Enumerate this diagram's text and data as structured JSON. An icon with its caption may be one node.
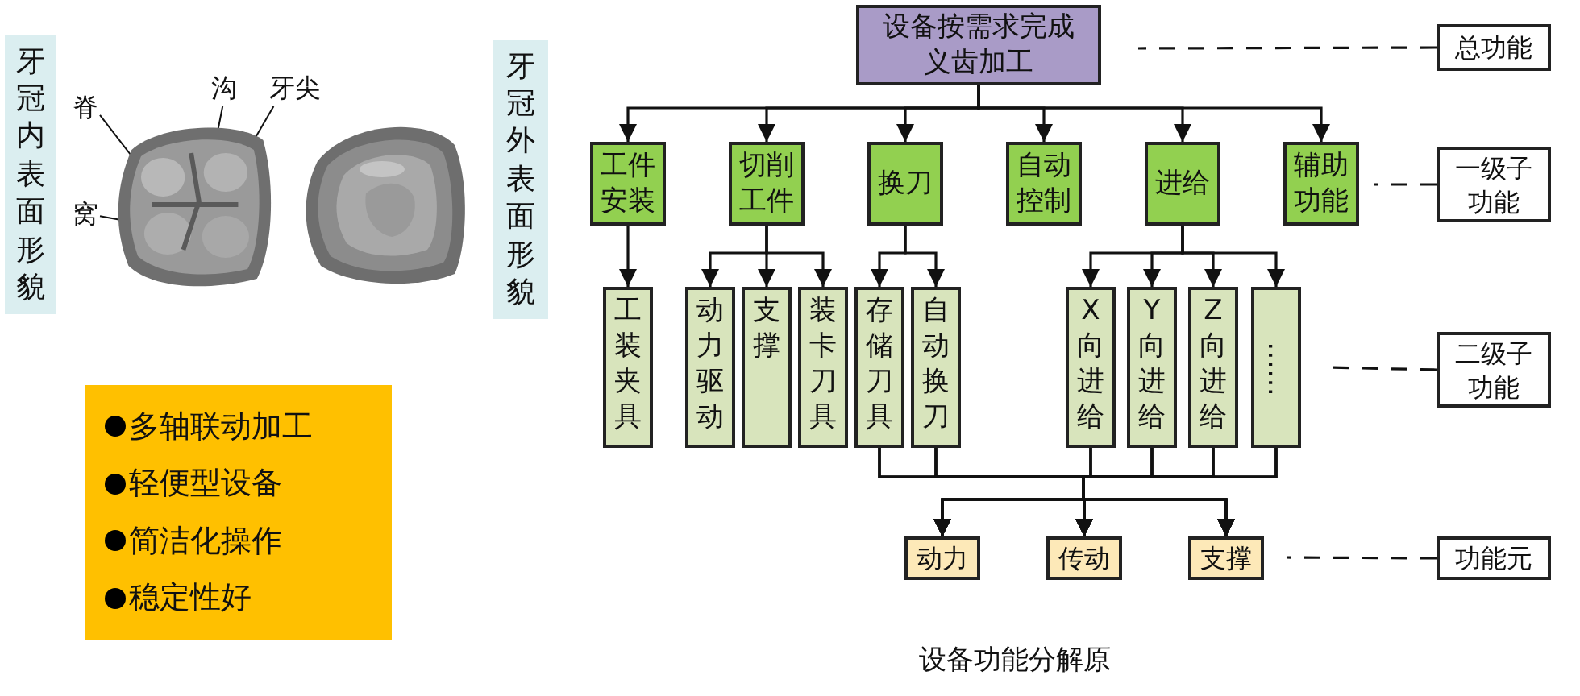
{
  "diagram": {
    "caption": "设备功能分解原",
    "nodes": [
      {
        "text": [
          "牙冠内表面形貌"
        ]
      },
      {
        "text": [],
        "shape": "picture"
      },
      {
        "text": [
          "沟"
        ]
      },
      {
        "text": [
          "牙尖"
        ]
      },
      {
        "text": [
          "脊"
        ]
      },
      {
        "text": [
          "窝"
        ]
      },
      {
        "text": [
          "牙冠外表面形貌"
        ]
      },
      {
        "text": [
          "多轴联动加工",
          "轻便型设备",
          "简洁化操作",
          "稳定性好"
        ]
      },
      {
        "text": [
          "设备按需求完成义齿加工"
        ]
      },
      {
        "text": [
          "工件安装"
        ]
      },
      {
        "text": [
          "切削工件"
        ]
      },
      {
        "text": [
          "换刀"
        ]
      },
      {
        "text": [
          "自动控制"
        ]
      },
      {
        "text": [
          "进给"
        ]
      },
      {
        "text": [
          "辅助功能"
        ]
      },
      {
        "text": [
          "工装夹具"
        ]
      },
      {
        "text": [
          "动力驱动"
        ]
      },
      {
        "text": [
          "支撑"
        ]
      },
      {
        "text": [
          "装卡刀具"
        ]
      },
      {
        "text": [
          "存储刀具"
        ]
      },
      {
        "text": [
          "自动换刀"
        ]
      },
      {
        "text": [
          "X向进给"
        ]
      },
      {
        "text": [
          "Y向进给"
        ]
      },
      {
        "text": [
          "Z向进给"
        ]
      },
      {
        "text": [
          "……"
        ]
      },
      {
        "text": [
          "动力"
        ]
      },
      {
        "text": [
          "传动"
        ]
      },
      {
        "text": [
          "支撑"
        ]
      },
      {
        "text": [
          "总功能"
        ]
      },
      {
        "text": [
          "一级子功能"
        ]
      },
      {
        "text": [
          "二级子功能"
        ]
      },
      {
        "text": [
          "功能元"
        ]
      }
    ],
    "edges": [
      {
        "from": 2,
        "to": 1,
        "arrow": "none"
      },
      {
        "from": 3,
        "to": 1,
        "arrow": "none"
      },
      {
        "from": 4,
        "to": 1,
        "arrow": "none"
      },
      {
        "from": 5,
        "to": 1,
        "arrow": "none"
      },
      {
        "from": 8,
        "to": 9,
        "arrow": "to"
      },
      {
        "from": 8,
        "to": 10,
        "arrow": "to"
      },
      {
        "from": 8,
        "to": 11,
        "arrow": "to"
      },
      {
        "from": 8,
        "to": 12,
        "arrow": "to"
      },
      {
        "from": 8,
        "to": 13,
        "arrow": "to"
      },
      {
        "from": 8,
        "to": 14,
        "arrow": "to"
      },
      {
        "from": 9,
        "to": 15,
        "arrow": "to"
      },
      {
        "from": 10,
        "to": 16,
        "arrow": "to"
      },
      {
        "from": 10,
        "to": 17,
        "arrow": "to"
      },
      {
        "from": 10,
        "to": 18,
        "arrow": "to"
      },
      {
        "from": 11,
        "to": 19,
        "arrow": "to"
      },
      {
        "from": 11,
        "to": 20,
        "arrow": "to"
      },
      {
        "from": 13,
        "to": 21,
        "arrow": "to"
      },
      {
        "from": 13,
        "to": 22,
        "arrow": "to"
      },
      {
        "from": 13,
        "to": 23,
        "arrow": "to"
      },
      {
        "from": 13,
        "to": 24,
        "arrow": "to"
      },
      {
        "from": 19,
        "to": 25,
        "arrow": "to"
      },
      {
        "from": 19,
        "to": 26,
        "arrow": "to"
      },
      {
        "from": 19,
        "to": 27,
        "arrow": "to"
      },
      {
        "from": 20,
        "to": 25,
        "arrow": "to"
      },
      {
        "from": 20,
        "to": 26,
        "arrow": "to"
      },
      {
        "from": 20,
        "to": 27,
        "arrow": "to"
      },
      {
        "from": 21,
        "to": 25,
        "arrow": "to"
      },
      {
        "from": 21,
        "to": 26,
        "arrow": "to"
      },
      {
        "from": 21,
        "to": 27,
        "arrow": "to"
      },
      {
        "from": 22,
        "to": 25,
        "arrow": "to"
      },
      {
        "from": 22,
        "to": 26,
        "arrow": "to"
      },
      {
        "from": 22,
        "to": 27,
        "arrow": "to"
      },
      {
        "from": 23,
        "to": 25,
        "arrow": "to"
      },
      {
        "from": 23,
        "to": 26,
        "arrow": "to"
      },
      {
        "from": 23,
        "to": 27,
        "arrow": "to"
      },
      {
        "from": 24,
        "to": 25,
        "arrow": "to"
      },
      {
        "from": 24,
        "to": 26,
        "arrow": "to"
      },
      {
        "from": 24,
        "to": 27,
        "arrow": "to"
      },
      {
        "from": 28,
        "to": null,
        "arrow": "none",
        "style": "dashed"
      },
      {
        "from": 29,
        "to": 14,
        "arrow": "none",
        "style": "dashed"
      },
      {
        "from": 30,
        "to": null,
        "arrow": "none",
        "style": "dashed"
      },
      {
        "from": 31,
        "to": null,
        "arrow": "none",
        "style": "dashed"
      }
    ]
  }
}
